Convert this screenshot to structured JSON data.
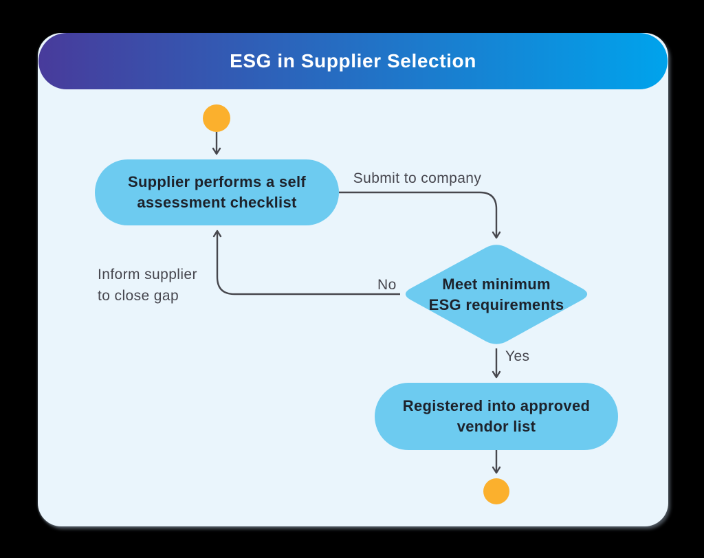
{
  "header": {
    "title": "ESG in Supplier Selection",
    "gradient_left": "#483B9B",
    "gradient_right": "#00A3EC"
  },
  "canvas": {
    "outer_background": "#000000",
    "card_background": "#EAF5FC"
  },
  "palette": {
    "node_fill": "#6DCBF0",
    "node_text": "#1D222B",
    "connector": "#47474D",
    "connector_label_text": "#46464E",
    "terminal_fill": "#FBB02D"
  },
  "nodes": {
    "start": {
      "type": "start-terminal"
    },
    "self_assessment": {
      "type": "process",
      "lines": [
        "Supplier performs a self",
        "assessment checklist"
      ]
    },
    "esg_check": {
      "type": "decision",
      "lines": [
        "Meet minimum",
        "ESG requirements"
      ]
    },
    "approved_vendor": {
      "type": "process",
      "lines": [
        "Registered into approved",
        "vendor list"
      ]
    },
    "end": {
      "type": "end-terminal"
    }
  },
  "edge_labels": {
    "submit": "Submit to company",
    "no": "No",
    "yes": "Yes",
    "inform_line1": "Inform supplier",
    "inform_line2": "to close gap"
  }
}
